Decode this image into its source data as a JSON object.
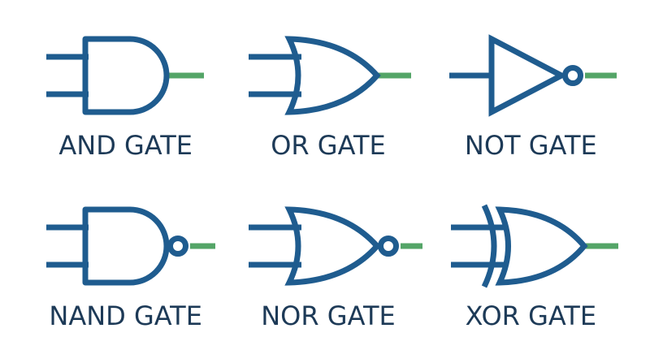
{
  "colors": {
    "background": "#ffffff",
    "gate_stroke": "#1f5c8f",
    "output_wire": "#54a567",
    "label_text": "#1d3a57"
  },
  "gates": [
    {
      "id": "and-gate",
      "label": "AND GATE"
    },
    {
      "id": "or-gate",
      "label": "OR GATE"
    },
    {
      "id": "not-gate",
      "label": "NOT GATE"
    },
    {
      "id": "nand-gate",
      "label": "NAND GATE"
    },
    {
      "id": "nor-gate",
      "label": "NOR GATE"
    },
    {
      "id": "xor-gate",
      "label": "XOR GATE"
    }
  ]
}
